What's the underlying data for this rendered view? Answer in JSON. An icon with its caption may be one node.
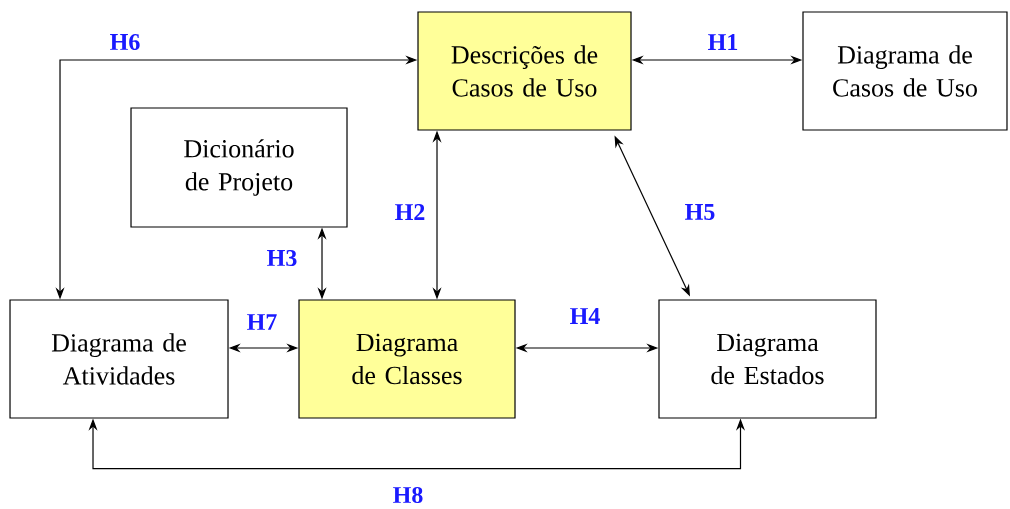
{
  "diagram": {
    "nodes": [
      {
        "text": [
          "Descrições de Casos de Uso"
        ]
      },
      {
        "text": [
          "Diagrama de Casos de Uso"
        ]
      },
      {
        "text": [
          "Dicionário de Projeto"
        ]
      },
      {
        "text": [
          "Diagrama de Atividades"
        ]
      },
      {
        "text": [
          "Diagrama de Classes"
        ]
      },
      {
        "text": [
          "Diagrama de Estados"
        ]
      }
    ],
    "edges": [
      {
        "from": 0,
        "to": 1,
        "arrow": "both",
        "label": "H1"
      },
      {
        "from": 0,
        "to": 4,
        "arrow": "both",
        "label": "H2"
      },
      {
        "from": 2,
        "to": 4,
        "arrow": "both",
        "label": "H3"
      },
      {
        "from": 4,
        "to": 5,
        "arrow": "both",
        "label": "H4"
      },
      {
        "from": 0,
        "to": 5,
        "arrow": "both",
        "label": "H5"
      },
      {
        "from": 0,
        "to": 3,
        "arrow": "both",
        "label": "H6"
      },
      {
        "from": 3,
        "to": 4,
        "arrow": "both",
        "label": "H7"
      },
      {
        "from": 3,
        "to": 5,
        "arrow": "both",
        "label": "H8"
      }
    ]
  }
}
